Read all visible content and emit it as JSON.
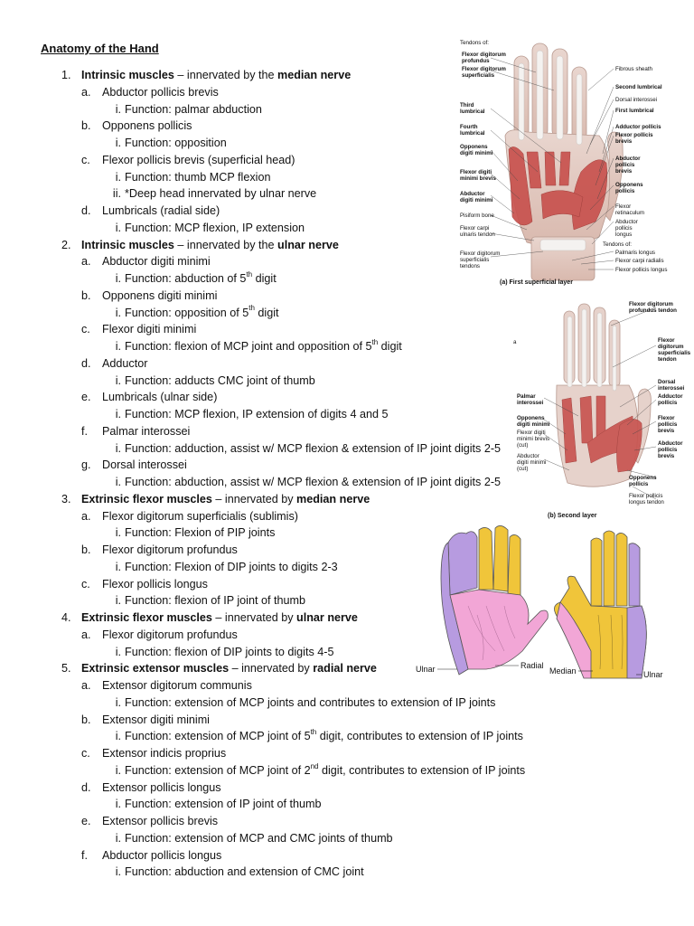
{
  "title": "Anatomy of the Hand",
  "outline": [
    {
      "level": 1,
      "marker": "1.",
      "parts": [
        {
          "b": "Intrinsic muscles"
        },
        {
          "t": " – innervated by the "
        },
        {
          "b": "median nerve"
        }
      ]
    },
    {
      "level": 2,
      "marker": "a.",
      "parts": [
        {
          "t": "Abductor pollicis brevis"
        }
      ]
    },
    {
      "level": 3,
      "marker": "i.",
      "parts": [
        {
          "t": "Function: palmar abduction"
        }
      ]
    },
    {
      "level": 2,
      "marker": "b.",
      "parts": [
        {
          "t": "Opponens pollicis"
        }
      ]
    },
    {
      "level": 3,
      "marker": "i.",
      "parts": [
        {
          "t": "Function: opposition"
        }
      ]
    },
    {
      "level": 2,
      "marker": "c.",
      "parts": [
        {
          "t": "Flexor pollicis brevis (superficial head)"
        }
      ]
    },
    {
      "level": 3,
      "marker": "i.",
      "parts": [
        {
          "t": "Function: thumb MCP flexion"
        }
      ]
    },
    {
      "level": 3,
      "marker": "ii.",
      "parts": [
        {
          "t": "*Deep head innervated by ulnar nerve"
        }
      ]
    },
    {
      "level": 2,
      "marker": "d.",
      "parts": [
        {
          "t": "Lumbricals (radial side)"
        }
      ]
    },
    {
      "level": 3,
      "marker": "i.",
      "parts": [
        {
          "t": "Function: MCP flexion, IP extension"
        }
      ]
    },
    {
      "level": 1,
      "marker": "2.",
      "parts": [
        {
          "b": "Intrinsic muscles"
        },
        {
          "t": " – innervated by the "
        },
        {
          "b": "ulnar nerve"
        }
      ]
    },
    {
      "level": 2,
      "marker": "a.",
      "parts": [
        {
          "t": "Abductor digiti minimi"
        }
      ]
    },
    {
      "level": 3,
      "marker": "i.",
      "parts": [
        {
          "t": "Function: abduction of 5"
        },
        {
          "sup": "th"
        },
        {
          "t": " digit"
        }
      ]
    },
    {
      "level": 2,
      "marker": "b.",
      "parts": [
        {
          "t": "Opponens digiti minimi"
        }
      ]
    },
    {
      "level": 3,
      "marker": "i.",
      "parts": [
        {
          "t": "Function: opposition of 5"
        },
        {
          "sup": "th"
        },
        {
          "t": " digit"
        }
      ]
    },
    {
      "level": 2,
      "marker": "c.",
      "parts": [
        {
          "t": "Flexor digiti minimi"
        }
      ]
    },
    {
      "level": 3,
      "marker": "i.",
      "parts": [
        {
          "t": "Function: flexion of MCP joint and opposition of 5"
        },
        {
          "sup": "th"
        },
        {
          "t": " digit"
        }
      ]
    },
    {
      "level": 2,
      "marker": "d.",
      "parts": [
        {
          "t": "Adductor"
        }
      ]
    },
    {
      "level": 3,
      "marker": "i.",
      "parts": [
        {
          "t": "Function: adducts CMC joint of thumb"
        }
      ]
    },
    {
      "level": 2,
      "marker": "e.",
      "parts": [
        {
          "t": "Lumbricals (ulnar side)"
        }
      ]
    },
    {
      "level": 3,
      "marker": "i.",
      "parts": [
        {
          "t": "Function: MCP flexion, IP extension of digits 4 and 5"
        }
      ]
    },
    {
      "level": 2,
      "marker": "f.",
      "parts": [
        {
          "t": "Palmar interossei"
        }
      ]
    },
    {
      "level": 3,
      "marker": "i.",
      "parts": [
        {
          "t": "Function: adduction, assist w/ MCP flexion & extension of IP joint digits 2-5"
        }
      ]
    },
    {
      "level": 2,
      "marker": "g.",
      "parts": [
        {
          "t": "Dorsal interossei"
        }
      ]
    },
    {
      "level": 3,
      "marker": "i.",
      "parts": [
        {
          "t": "Function: abduction, assist w/ MCP flexion & extension of IP joint digits 2-5"
        }
      ]
    },
    {
      "level": 1,
      "marker": "3.",
      "parts": [
        {
          "b": "Extrinsic flexor muscles"
        },
        {
          "t": " – innervated by "
        },
        {
          "b": "median nerve"
        }
      ]
    },
    {
      "level": 2,
      "marker": "a.",
      "parts": [
        {
          "t": "Flexor digitorum superficialis (sublimis)"
        }
      ]
    },
    {
      "level": 3,
      "marker": "i.",
      "parts": [
        {
          "t": "Function: Flexion of PIP joints"
        }
      ]
    },
    {
      "level": 2,
      "marker": "b.",
      "parts": [
        {
          "t": "Flexor digitorum profundus"
        }
      ]
    },
    {
      "level": 3,
      "marker": "i.",
      "parts": [
        {
          "t": "Function: Flexion of DIP joints to digits 2-3"
        }
      ]
    },
    {
      "level": 2,
      "marker": "c.",
      "parts": [
        {
          "t": "Flexor pollicis longus"
        }
      ]
    },
    {
      "level": 3,
      "marker": "i.",
      "parts": [
        {
          "t": "Function: flexion of IP joint of thumb"
        }
      ]
    },
    {
      "level": 1,
      "marker": "4.",
      "parts": [
        {
          "b": "Extrinsic flexor muscles"
        },
        {
          "t": " – innervated by "
        },
        {
          "b": "ulnar nerve"
        }
      ]
    },
    {
      "level": 2,
      "marker": "a.",
      "parts": [
        {
          "t": "Flexor digitorum profundus"
        }
      ]
    },
    {
      "level": 3,
      "marker": "i.",
      "parts": [
        {
          "t": "Function: flexion of DIP joints to digits 4-5"
        }
      ]
    },
    {
      "level": 1,
      "marker": "5.",
      "parts": [
        {
          "b": "Extrinsic extensor muscles"
        },
        {
          "t": " – innervated by "
        },
        {
          "b": "radial nerve"
        }
      ]
    },
    {
      "level": 2,
      "marker": "a.",
      "parts": [
        {
          "t": "Extensor digitorum communis"
        }
      ]
    },
    {
      "level": 3,
      "marker": "i.",
      "parts": [
        {
          "t": "Function: extension of MCP joints and contributes to extension of IP joints"
        }
      ]
    },
    {
      "level": 2,
      "marker": "b.",
      "parts": [
        {
          "t": "Extensor digiti minimi"
        }
      ]
    },
    {
      "level": 3,
      "marker": "i.",
      "parts": [
        {
          "t": "Function: extension of MCP joint of 5"
        },
        {
          "sup": "th"
        },
        {
          "t": " digit, contributes to extension of IP joints"
        }
      ]
    },
    {
      "level": 2,
      "marker": "c.",
      "parts": [
        {
          "t": "Extensor indicis proprius"
        }
      ]
    },
    {
      "level": 3,
      "marker": "i.",
      "parts": [
        {
          "t": "Function: extension of MCP joint of 2"
        },
        {
          "sup": "nd"
        },
        {
          "t": " digit, contributes to extension of IP joints"
        }
      ]
    },
    {
      "level": 2,
      "marker": "d.",
      "parts": [
        {
          "t": "Extensor pollicis longus"
        }
      ]
    },
    {
      "level": 3,
      "marker": "i.",
      "parts": [
        {
          "t": "Function: extension of IP joint of thumb"
        }
      ]
    },
    {
      "level": 2,
      "marker": "e.",
      "parts": [
        {
          "t": "Extensor pollicis brevis"
        }
      ]
    },
    {
      "level": 3,
      "marker": "i.",
      "parts": [
        {
          "t": "Function: extension of MCP and CMC joints of thumb"
        }
      ]
    },
    {
      "level": 2,
      "marker": "f.",
      "parts": [
        {
          "t": "Abductor pollicis longus"
        }
      ]
    },
    {
      "level": 3,
      "marker": "i.",
      "parts": [
        {
          "t": "Function: abduction and extension of CMC joint"
        }
      ]
    }
  ],
  "figure_a": {
    "caption": "(a) First superficial layer",
    "left_labels": [
      "Tendons of:",
      "Flexor digitorum",
      "profundus",
      "Flexor digitorum",
      "superficialis",
      "Third",
      "lumbrical",
      "Fourth",
      "lumbrical",
      "Opponens",
      "digiti minimi",
      "Flexor digiti",
      "minimi brevis",
      "Abductor",
      "digiti minimi",
      "Pisiform bone",
      "Flexor carpi",
      "ulnaris tendon",
      "Flexor digitorum",
      "superficialis",
      "tendons"
    ],
    "right_labels": [
      "Fibrous sheath",
      "Second lumbrical",
      "Dorsal interossei",
      "First lumbrical",
      "Adductor pollicis",
      "Flexor pollicis",
      "brevis",
      "Abductor",
      "pollicis",
      "brevis",
      "Opponens",
      "pollicis",
      "Flexor",
      "retinaculum",
      "Abductor",
      "pollicis",
      "longus",
      "Tendons of:",
      "Palmaris longus",
      "Flexor carpi radialis",
      "Flexor pollicis longus"
    ]
  },
  "figure_b": {
    "caption": "(b) Second layer",
    "edge_mark": "a",
    "left_labels": [
      "Palmar",
      "interossei",
      "Opponens",
      "digiti minimi",
      "Flexor digiti",
      "minimi brevis",
      "(cut)",
      "Abductor",
      "digiti minimi",
      "(cut)"
    ],
    "right_labels": [
      "Flexor digitorum",
      "profundus tendon",
      "Flexor",
      "digitorum",
      "superficialis",
      "tendon",
      "Dorsal",
      "interossei",
      "Adductor",
      "pollicis",
      "Flexor",
      "pollicis",
      "brevis",
      "Abductor",
      "pollicis",
      "brevis",
      "Opponens",
      "pollicis",
      "Flexor pollicis",
      "longus tendon"
    ]
  },
  "figure_c": {
    "labels": {
      "ulnar_left": "Ulnar",
      "radial": "Radial",
      "median": "Median",
      "ulnar_right": "Ulnar"
    },
    "colors": {
      "ulnar": "#b79be0",
      "radial": "#f2a6d6",
      "median": "#f0c53a",
      "outline": "#555555"
    }
  }
}
